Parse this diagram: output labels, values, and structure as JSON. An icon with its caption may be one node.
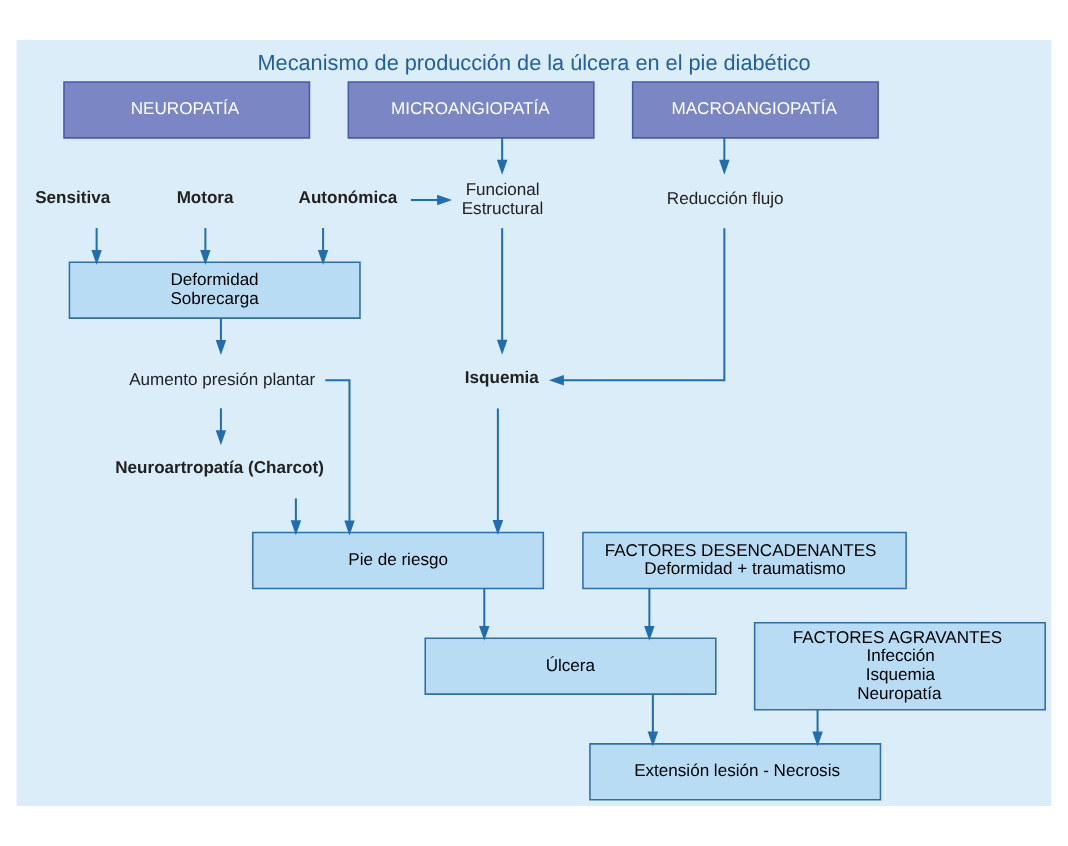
{
  "diagram": {
    "title": "Mecanismo de producción de la úlcera en el pie diabético",
    "nodes": [
      {
        "text": [
          "NEUROPATÍA"
        ]
      },
      {
        "text": [
          "MICROANGIOPATÍA"
        ]
      },
      {
        "text": [
          "MACROANGIOPATÍA"
        ]
      },
      {
        "text": [
          "Sensitiva"
        ]
      },
      {
        "text": [
          "Motora"
        ]
      },
      {
        "text": [
          "Autonómica"
        ]
      },
      {
        "text": [
          "Funcional",
          "Estructural"
        ]
      },
      {
        "text": [
          "Reducción flujo"
        ]
      },
      {
        "text": [
          "Deformidad",
          "Sobrecarga"
        ]
      },
      {
        "text": [
          "Aumento presión plantar"
        ]
      },
      {
        "text": [
          "Isquemia"
        ]
      },
      {
        "text": [
          "Neuroartropatía (Charcot)"
        ]
      },
      {
        "text": [
          "Pie de riesgo"
        ]
      },
      {
        "text": [
          "FACTORES DESENCADENANTES",
          "Deformidad + traumatismo"
        ]
      },
      {
        "text": [
          "Úlcera"
        ]
      },
      {
        "text": [
          "FACTORES AGRAVANTES",
          "Infección",
          "Isquemia",
          "Neuropatía"
        ]
      },
      {
        "text": [
          "Extensión lesión - Necrosis"
        ]
      }
    ],
    "edges": [
      {
        "from": 3,
        "to": 8,
        "arrow": "to"
      },
      {
        "from": 4,
        "to": 8,
        "arrow": "to"
      },
      {
        "from": 5,
        "to": 8,
        "arrow": "to"
      },
      {
        "from": 5,
        "to": 6,
        "arrow": "to"
      },
      {
        "from": 1,
        "to": 6,
        "arrow": "to"
      },
      {
        "from": 2,
        "to": 7,
        "arrow": "to"
      },
      {
        "from": 8,
        "to": 9,
        "arrow": "to"
      },
      {
        "from": 9,
        "to": 11,
        "arrow": "to"
      },
      {
        "from": 6,
        "to": 10,
        "arrow": "to"
      },
      {
        "from": 7,
        "to": 10,
        "arrow": "to"
      },
      {
        "from": 9,
        "to": 12,
        "arrow": "to"
      },
      {
        "from": 11,
        "to": 12,
        "arrow": "to"
      },
      {
        "from": 10,
        "to": 12,
        "arrow": "to"
      },
      {
        "from": 12,
        "to": 14,
        "arrow": "to"
      },
      {
        "from": 13,
        "to": 14,
        "arrow": "to"
      },
      {
        "from": 14,
        "to": 16,
        "arrow": "to"
      },
      {
        "from": 15,
        "to": 16,
        "arrow": "to"
      }
    ]
  }
}
